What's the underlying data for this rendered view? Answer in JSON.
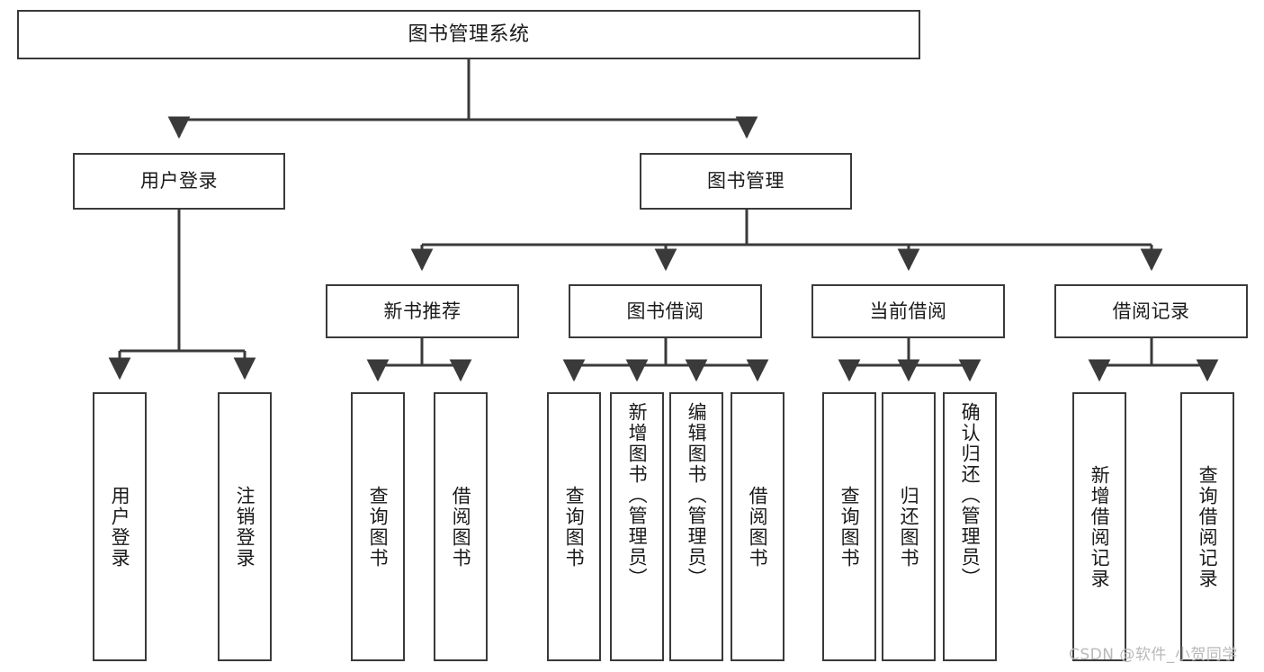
{
  "diagram": {
    "type": "tree",
    "title": "图书管理系统",
    "root": {
      "label": "图书管理系统"
    },
    "level2": [
      {
        "label": "用户登录"
      },
      {
        "label": "图书管理"
      }
    ],
    "level3": [
      {
        "label": "新书推荐"
      },
      {
        "label": "图书借阅"
      },
      {
        "label": "当前借阅"
      },
      {
        "label": "借阅记录"
      }
    ],
    "leaves": {
      "user_login": [
        {
          "label": "用户登录"
        },
        {
          "label": "注销登录"
        }
      ],
      "new_book_recommend": [
        {
          "label": "查询图书"
        },
        {
          "label": "借阅图书"
        }
      ],
      "book_borrow": [
        {
          "label": "查询图书"
        },
        {
          "label": "新增图书（管理员）"
        },
        {
          "label": "编辑图书（管理员）"
        },
        {
          "label": "借阅图书"
        }
      ],
      "current_borrow": [
        {
          "label": "查询图书"
        },
        {
          "label": "归还图书"
        },
        {
          "label": "确认归还（管理员）"
        }
      ],
      "borrow_record": [
        {
          "label": "新增借阅记录"
        },
        {
          "label": "查询借阅记录"
        }
      ]
    }
  },
  "watermark": {
    "text": "CSDN @软件_小贺同学"
  },
  "colors": {
    "stroke": "#3a3a3a",
    "background": "#ffffff",
    "text": "#1a1a1a",
    "watermark": "#b9b9b9"
  }
}
